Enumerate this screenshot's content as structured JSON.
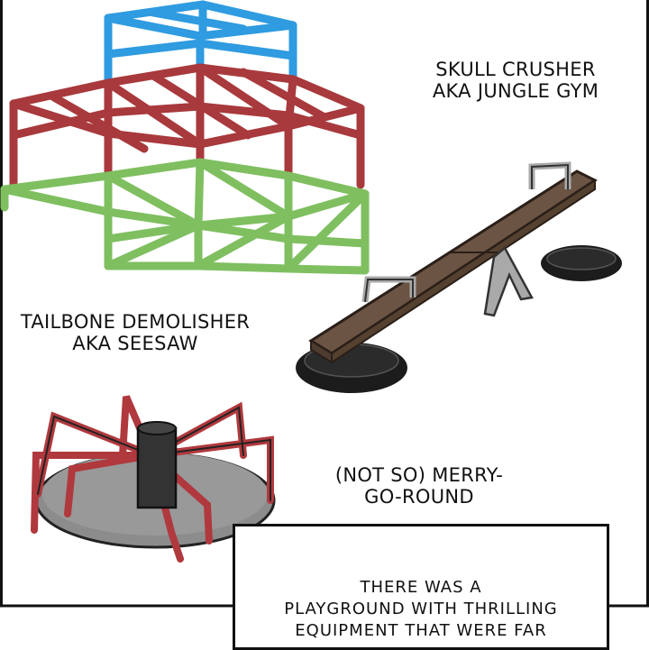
{
  "labels": {
    "jungle_gym": [
      "SKULL CRUSHER",
      "AKA JUNGLE GYM"
    ],
    "seesaw": [
      "TAILBONE DEMOLISHER",
      "AKA SEESAW"
    ],
    "merry_go_round": [
      "(NOT SO) MERRY-",
      "GO-ROUND"
    ]
  },
  "narration": [
    "THERE WAS A",
    "PLAYGROUND WITH THRILLING",
    "EQUIPMENT THAT WERE FAR"
  ],
  "colors": {
    "jungle_top": "#2f9be0",
    "jungle_middle": "#a8393c",
    "jungle_bottom": "#7fbf60",
    "seesaw_board": "#6b5443",
    "seesaw_metal": "#a9a9a9",
    "tire": "#1c1c1c",
    "merry_base": "#8c8c8c",
    "merry_arms": "#b0393e",
    "merry_pole": "#333333"
  }
}
